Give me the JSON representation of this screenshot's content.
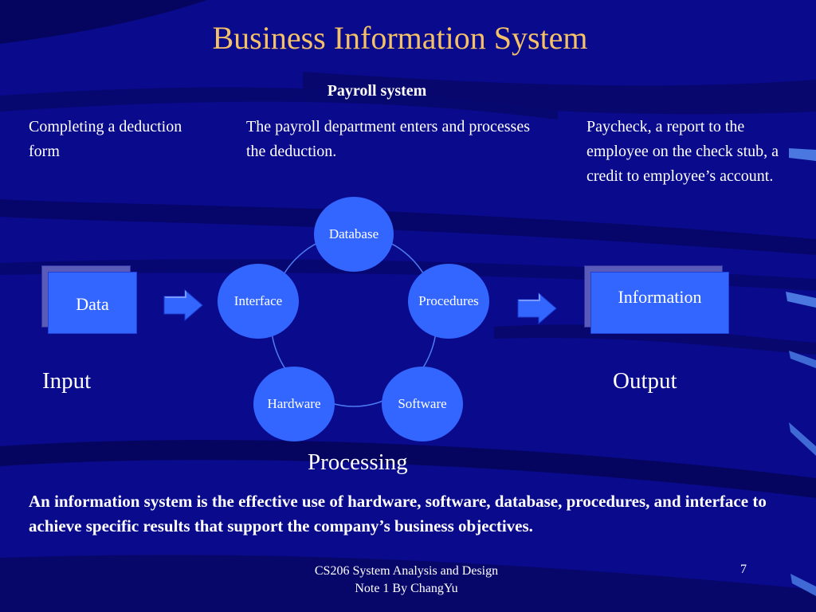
{
  "slide": {
    "title": "Business Information System",
    "subtitle": "Payroll system",
    "steps": {
      "input": "Completing a deduction form",
      "processing": "The payroll department enters and processes the deduction.",
      "output": "Paycheck, a report to the employee on the check stub, a credit to employee’s account."
    },
    "boxes": {
      "data": "Data",
      "information": "Information"
    },
    "components": {
      "database": "Database",
      "interface": "Interface",
      "procedures": "Procedures",
      "hardware": "Hardware",
      "software": "Software"
    },
    "stages": {
      "input": "Input",
      "output": "Output",
      "processing": "Processing"
    },
    "summary": "An information system is the effective use of hardware, software, database, procedures, and interface to achieve specific results that support the company’s business objectives.",
    "footer": {
      "line1": "CS206 System Analysis and Design",
      "line2": "Note 1 By ChangYu"
    },
    "page_number": "7"
  },
  "colors": {
    "background": "#0a0a8c",
    "title": "#f4c167",
    "accent": "#3366ff"
  }
}
